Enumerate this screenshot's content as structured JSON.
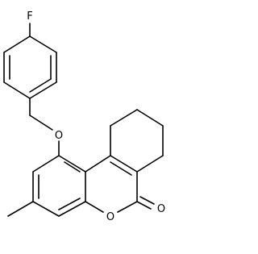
{
  "molecule": {
    "atom_labels": {
      "fluorine": "F",
      "ether_oxygen": "O",
      "ring_oxygen": "O",
      "carbonyl_oxygen": "O"
    }
  }
}
